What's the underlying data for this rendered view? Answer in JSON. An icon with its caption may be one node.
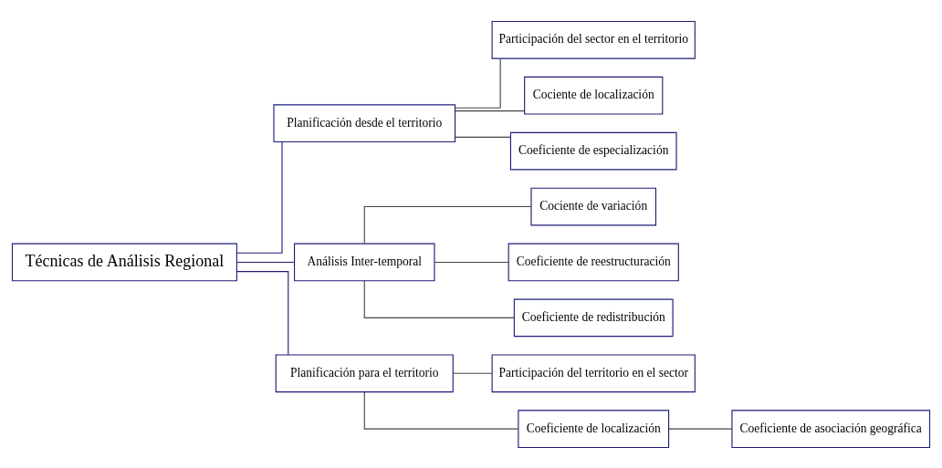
{
  "diagram": {
    "nodes": [
      {
        "text": [
          "Técnicas de Análisis Regional"
        ]
      },
      {
        "text": [
          "Planificación desde el territorio"
        ]
      },
      {
        "text": [
          "Participación del sector en el territorio"
        ]
      },
      {
        "text": [
          "Cociente de localización"
        ]
      },
      {
        "text": [
          "Coeficiente de especialización"
        ]
      },
      {
        "text": [
          "Análisis Inter-temporal"
        ]
      },
      {
        "text": [
          "Cociente de variación"
        ]
      },
      {
        "text": [
          "Coeficiente de reestructuración"
        ]
      },
      {
        "text": [
          "Coeficiente de redistribución"
        ]
      },
      {
        "text": [
          "Planificación para el territorio"
        ]
      },
      {
        "text": [
          "Participación del territorio en el sector"
        ]
      },
      {
        "text": [
          "Coeficiente de localización"
        ]
      },
      {
        "text": [
          "Coeficiente de asociación geográfica"
        ]
      }
    ],
    "edges": [
      {
        "from": 0,
        "to": 1,
        "arrow": "none",
        "color": "#1c1c7a"
      },
      {
        "from": 1,
        "to": 2,
        "arrow": "none"
      },
      {
        "from": 1,
        "to": 3,
        "arrow": "none"
      },
      {
        "from": 1,
        "to": 4,
        "arrow": "none"
      },
      {
        "from": 0,
        "to": 5,
        "arrow": "none",
        "color": "#1c1c7a"
      },
      {
        "from": 5,
        "to": 6,
        "arrow": "none"
      },
      {
        "from": 5,
        "to": 7,
        "arrow": "none"
      },
      {
        "from": 5,
        "to": 8,
        "arrow": "none"
      },
      {
        "from": 0,
        "to": 9,
        "arrow": "none",
        "color": "#1c1c7a"
      },
      {
        "from": 9,
        "to": 10,
        "arrow": "none"
      },
      {
        "from": 9,
        "to": 11,
        "arrow": "none"
      },
      {
        "from": 11,
        "to": 12,
        "arrow": "none"
      }
    ]
  }
}
